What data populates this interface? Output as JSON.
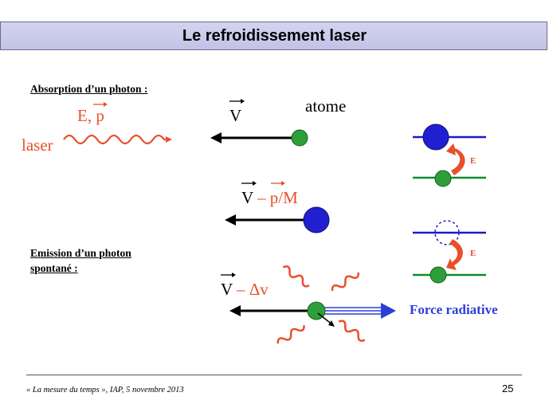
{
  "slide": {
    "title": "Le refroidissement laser",
    "section_absorption": "Absorption d’un photon :",
    "section_emission_line1": "Emission d’un photon",
    "section_emission_line2": "spontané :",
    "label_laser": "laser",
    "label_photon_momentum": "E, p",
    "label_velocity": "V",
    "label_atom": "atome",
    "label_velocity_after_absorption_v": "V",
    "label_velocity_after_absorption_rest": " – p/M",
    "label_velocity_after_emission_v": "V",
    "label_velocity_after_emission_rest": " – Δv",
    "label_force": "Force radiative",
    "label_energy_1": "E",
    "label_energy_2": "E",
    "footer": "« La mesure du temps », IAP, 5 novembre 2013",
    "page_number": "25"
  },
  "colors": {
    "photon_red": "#e8502a",
    "atom_ground_green": "#2e9e3a",
    "atom_excited_blue": "#2020d0",
    "force_blue": "#2b3fd6",
    "arrow_black": "#000000"
  }
}
